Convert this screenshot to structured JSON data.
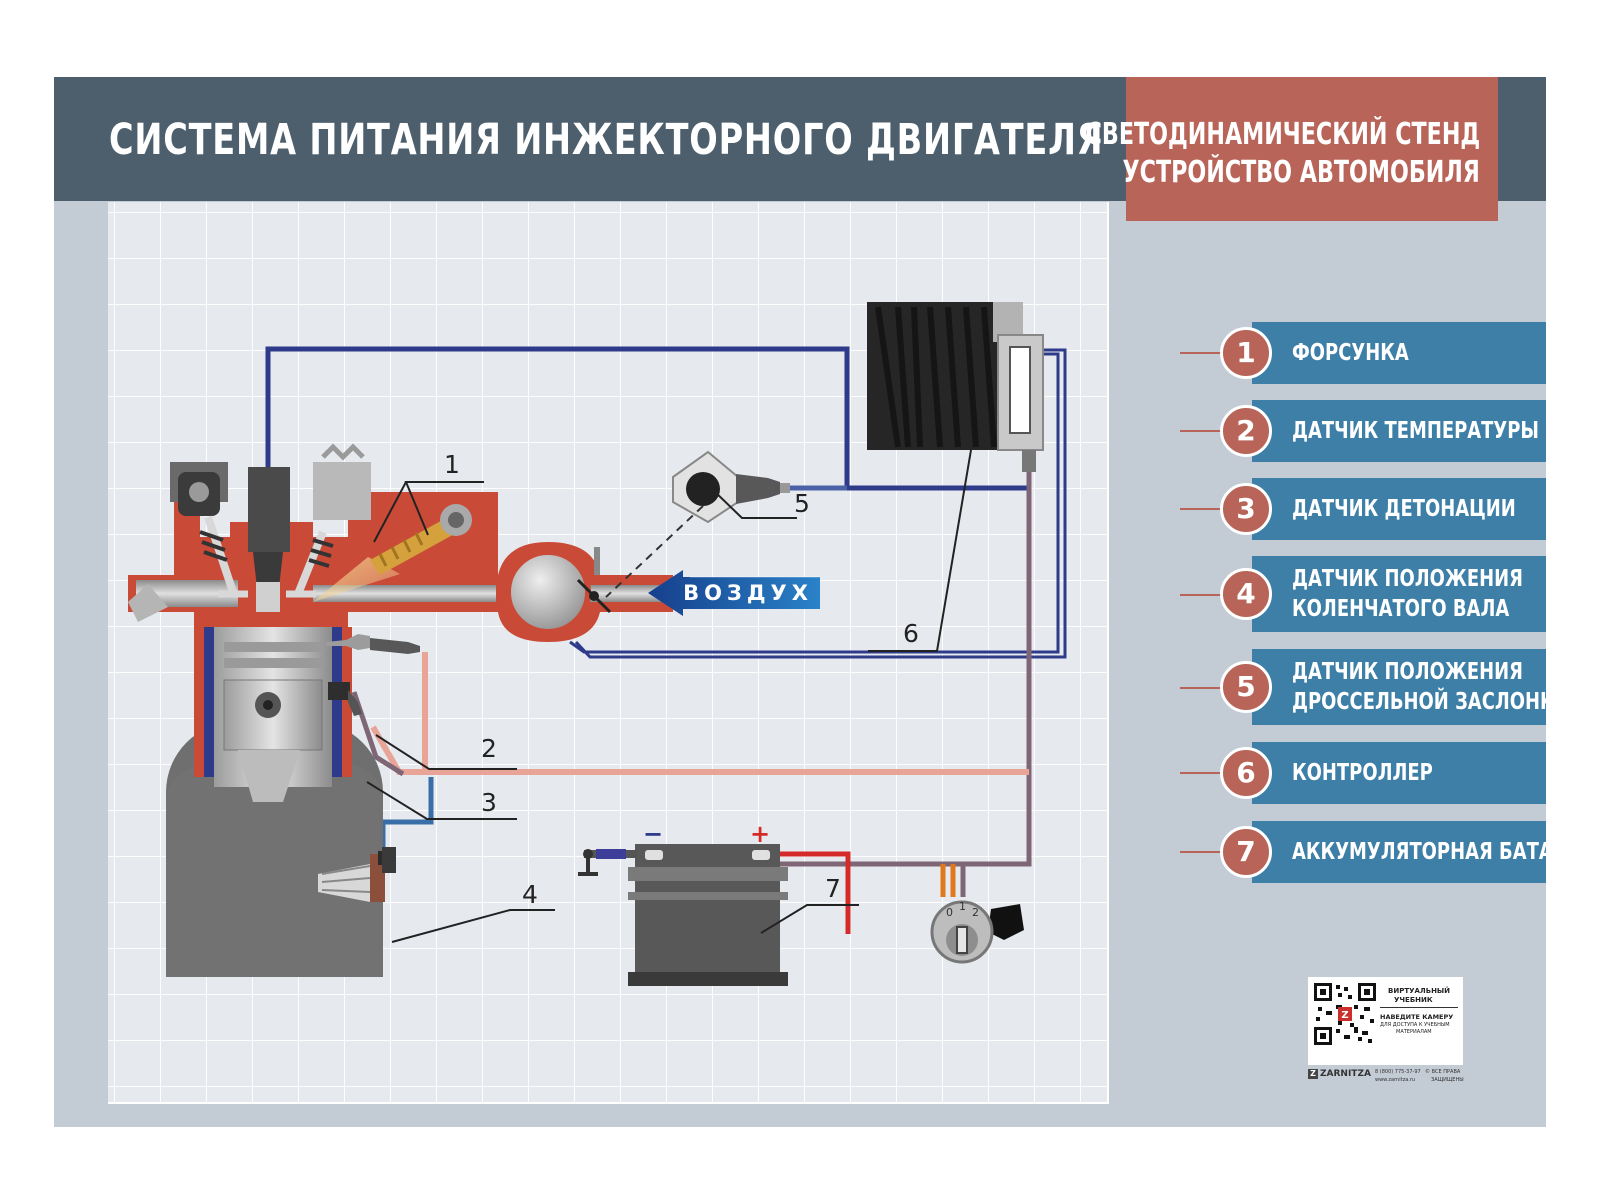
{
  "header": {
    "title": "СИСТЕМА ПИТАНИЯ ИНЖЕКТОРНОГО ДВИГАТЕЛЯ",
    "badge_line1": "СВЕТОДИНАМИЧЕСКИЙ СТЕНД",
    "badge_line2": "УСТРОЙСТВО АВТОМОБИЛЯ"
  },
  "diagram": {
    "air_label": "ВОЗДУХ",
    "callouts": [
      "1",
      "2",
      "3",
      "4",
      "5",
      "6",
      "7"
    ],
    "battery_minus": "−",
    "battery_plus": "+",
    "switch_positions": [
      "0",
      "1",
      "2"
    ]
  },
  "legend": [
    {
      "number": "1",
      "line1": "ФОРСУНКА",
      "line2": ""
    },
    {
      "number": "2",
      "line1": "ДАТЧИК ТЕМПЕРАТУРЫ",
      "line2": ""
    },
    {
      "number": "3",
      "line1": "ДАТЧИК ДЕТОНАЦИИ",
      "line2": ""
    },
    {
      "number": "4",
      "line1": "ДАТЧИК ПОЛОЖЕНИЯ",
      "line2": "КОЛЕНЧАТОГО ВАЛА"
    },
    {
      "number": "5",
      "line1": "ДАТЧИК ПОЛОЖЕНИЯ",
      "line2": "ДРОССЕЛЬНОЙ ЗАСЛОНКИ"
    },
    {
      "number": "6",
      "line1": "КОНТРОЛЛЕР",
      "line2": ""
    },
    {
      "number": "7",
      "line1": "АККУМУЛЯТОРНАЯ БАТАРЕЯ",
      "line2": ""
    }
  ],
  "footer": {
    "qr_title1": "ВИРТУАЛЬНЫЙ",
    "qr_title2": "УЧЕБНИК",
    "qr_sub1": "НАВЕДИТЕ КАМЕРУ",
    "qr_sub2": "ДЛЯ ДОСТУПА К УЧЕБНЫМ",
    "qr_sub3": "МАТЕРИАЛАМ",
    "brand": "ZARNITZA",
    "phone": "8 (800) 775-37-97",
    "site": "www.zarnitza.ru",
    "rights1": "© ВСЕ ПРАВА",
    "rights2": "ЗАЩИЩЕНЫ"
  },
  "colors": {
    "header": "#4d5f6d",
    "accent": "#b86458",
    "legend": "#3d7fa7",
    "wire_blue": "#2e3b8a",
    "wire_purple": "#7e6677",
    "wire_pink": "#e8a496",
    "wire_red": "#d42a2a"
  }
}
